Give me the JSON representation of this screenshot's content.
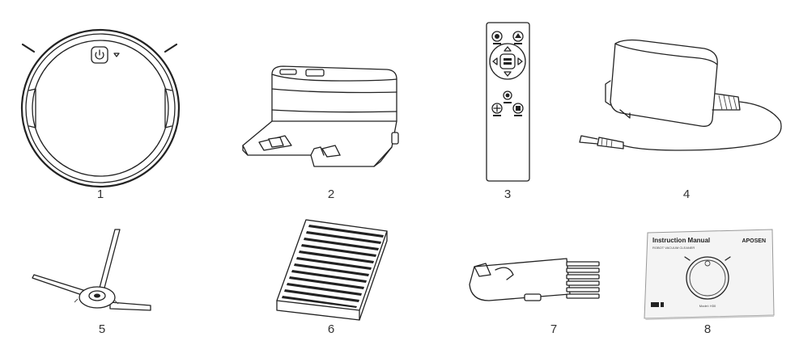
{
  "items": [
    {
      "number": "1",
      "name": "robot-vacuum"
    },
    {
      "number": "2",
      "name": "charging-dock"
    },
    {
      "number": "3",
      "name": "remote-control"
    },
    {
      "number": "4",
      "name": "power-adapter"
    },
    {
      "number": "5",
      "name": "side-brush"
    },
    {
      "number": "6",
      "name": "hepa-filter"
    },
    {
      "number": "7",
      "name": "cleaning-tool"
    },
    {
      "number": "8",
      "name": "instruction-manual"
    }
  ],
  "manual": {
    "title": "Instruction Manual",
    "subtitle": "ROBOT VACUUM CLEANER",
    "brand": "APOSEN",
    "model": "Model: H30"
  }
}
